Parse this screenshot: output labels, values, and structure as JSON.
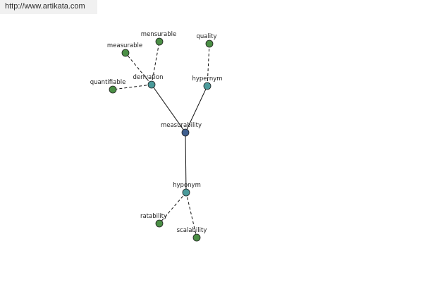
{
  "source_url": "http://www.artikata.com",
  "colors": {
    "center": "#3f5f8f",
    "relation": "#4a9a9a",
    "leaf": "#4b8f46",
    "source_bar": "#f1f1f1"
  },
  "diagram": {
    "nodes": [
      {
        "id": "measurability",
        "label": "measurability",
        "kind": "center"
      },
      {
        "id": "derivation",
        "label": "derivation",
        "kind": "relation"
      },
      {
        "id": "hypernym",
        "label": "hypernym",
        "kind": "relation"
      },
      {
        "id": "hyponym",
        "label": "hyponym",
        "kind": "relation"
      },
      {
        "id": "mensurable",
        "label": "mensurable",
        "kind": "leaf"
      },
      {
        "id": "measurable",
        "label": "measurable",
        "kind": "leaf"
      },
      {
        "id": "quantifiable",
        "label": "quantifiable",
        "kind": "leaf"
      },
      {
        "id": "quality",
        "label": "quality",
        "kind": "leaf"
      },
      {
        "id": "ratability",
        "label": "ratability",
        "kind": "leaf"
      },
      {
        "id": "scalability",
        "label": "scalability",
        "kind": "leaf"
      }
    ],
    "edges": [
      {
        "from": "measurability",
        "to": "derivation",
        "style": "solid"
      },
      {
        "from": "measurability",
        "to": "hypernym",
        "style": "solid"
      },
      {
        "from": "measurability",
        "to": "hyponym",
        "style": "solid"
      },
      {
        "from": "derivation",
        "to": "mensurable",
        "style": "dashed"
      },
      {
        "from": "derivation",
        "to": "measurable",
        "style": "dashed"
      },
      {
        "from": "derivation",
        "to": "quantifiable",
        "style": "dashed"
      },
      {
        "from": "hypernym",
        "to": "quality",
        "style": "dashed"
      },
      {
        "from": "hyponym",
        "to": "ratability",
        "style": "dashed"
      },
      {
        "from": "hyponym",
        "to": "scalability",
        "style": "dashed"
      }
    ]
  }
}
